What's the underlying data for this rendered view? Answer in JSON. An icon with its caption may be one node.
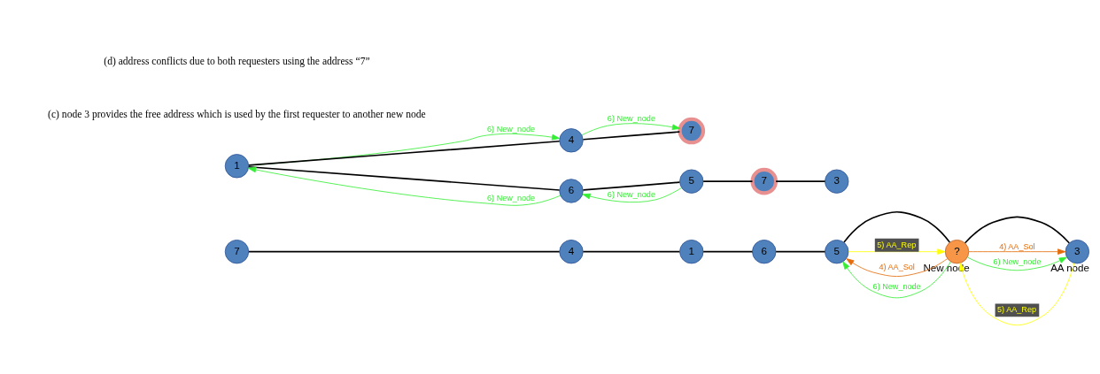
{
  "diagram": {
    "nodes": [
      {
        "text": [
          "1"
        ]
      },
      {
        "text": [
          "4"
        ]
      },
      {
        "text": [
          "6"
        ]
      },
      {
        "text": [
          "7"
        ]
      },
      {
        "text": [
          "5"
        ]
      },
      {
        "text": [
          "?"
        ],
        "beside": [
          "New node"
        ]
      },
      {
        "text": [
          "3"
        ],
        "beside": [
          "AA node"
        ]
      },
      {
        "text": [
          "1"
        ]
      },
      {
        "text": [
          "4"
        ]
      },
      {
        "text": [
          "6"
        ]
      },
      {
        "text": [
          "5"
        ]
      },
      {
        "text": [
          "7"
        ]
      },
      {
        "text": [
          "7"
        ]
      },
      {
        "text": [
          "3"
        ]
      }
    ],
    "edges": [
      {
        "from": 3,
        "to": 1,
        "arrow": "none"
      },
      {
        "from": 1,
        "to": 0,
        "arrow": "none"
      },
      {
        "from": 0,
        "to": 2,
        "arrow": "none"
      },
      {
        "from": 2,
        "to": 4,
        "arrow": "none"
      },
      {
        "from": 4,
        "to": 5,
        "arrow": "none"
      },
      {
        "from": 5,
        "to": 6,
        "arrow": "none"
      },
      {
        "from": 5,
        "to": 4,
        "arrow": "to",
        "label": "4) AA_Sol",
        "color": "#e46c0a"
      },
      {
        "from": 4,
        "to": 5,
        "arrow": "to",
        "label": "5) AA_Rep",
        "color": "#ffff00"
      },
      {
        "from": 5,
        "to": 4,
        "arrow": "to",
        "label": "6) New_node",
        "color": "#33ee33"
      },
      {
        "from": 6,
        "to": 5,
        "arrow": "to",
        "label": "5) AA_Rep",
        "color": "#ffff00"
      },
      {
        "from": 5,
        "to": 6,
        "arrow": "to",
        "label": "4) AA_Sol",
        "color": "#e46c0a"
      },
      {
        "from": 5,
        "to": 6,
        "arrow": "to",
        "label": "6) New_node",
        "color": "#33ee33"
      },
      {
        "from": 11,
        "to": 8,
        "arrow": "none"
      },
      {
        "from": 8,
        "to": 7,
        "arrow": "none"
      },
      {
        "from": 7,
        "to": 9,
        "arrow": "none"
      },
      {
        "from": 9,
        "to": 10,
        "arrow": "none"
      },
      {
        "from": 10,
        "to": 12,
        "arrow": "none"
      },
      {
        "from": 12,
        "to": 13,
        "arrow": "none"
      },
      {
        "from": 9,
        "to": 7,
        "arrow": "to",
        "label": "6) New_node",
        "color": "#33ee33"
      },
      {
        "from": 7,
        "to": 8,
        "arrow": "to",
        "label": "6) New_node",
        "color": "#33ee33"
      },
      {
        "from": 8,
        "to": 11,
        "arrow": "to",
        "label": "6) New_node",
        "color": "#33ee33"
      },
      {
        "from": 10,
        "to": 9,
        "arrow": "to",
        "label": "6) New_node",
        "color": "#33ee33"
      }
    ],
    "labels": [
      "(c) node 3 provides the free address which is used by the first requester to another new node",
      "(d) address conflicts due to both requesters using the address “7”"
    ]
  }
}
